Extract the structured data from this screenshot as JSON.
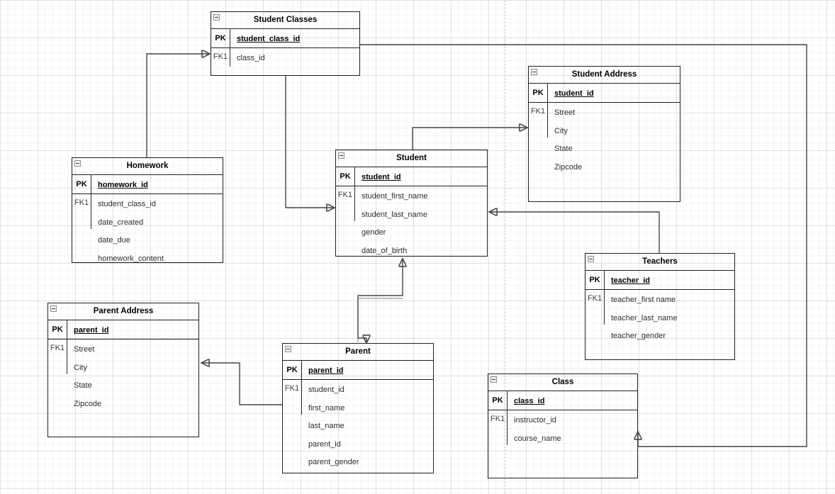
{
  "diagram": {
    "kind": "entity-relationship-diagram",
    "colors": {
      "table_border": "#1f1f1f",
      "connector": "#454545",
      "page_divider": "#c2c2c2",
      "background": "#ffffff"
    },
    "tables": [
      {
        "title": "Student Classes",
        "pk_label": "PK",
        "pk_field": "student_class_id",
        "rows": [
          {
            "label": "FK1",
            "field": "class_id"
          }
        ]
      },
      {
        "title": "Student Address",
        "pk_label": "PK",
        "pk_field": "student_id",
        "rows": [
          {
            "label": "FK1",
            "field": "Street"
          },
          {
            "label": "",
            "field": "City"
          },
          {
            "label": "",
            "field": "State"
          },
          {
            "label": "",
            "field": "Zipcode"
          }
        ]
      },
      {
        "title": "Homework",
        "pk_label": "PK",
        "pk_field": "homework_id",
        "rows": [
          {
            "label": "FK1",
            "field": "student_class_id"
          },
          {
            "label": "",
            "field": "date_created"
          },
          {
            "label": "",
            "field": "date_due"
          },
          {
            "label": "",
            "field": "homework_content"
          }
        ]
      },
      {
        "title": "Student",
        "pk_label": "PK",
        "pk_field": "student_id",
        "rows": [
          {
            "label": "FK1",
            "field": "student_first_name"
          },
          {
            "label": "",
            "field": "student_last_name"
          },
          {
            "label": "",
            "field": "gender"
          },
          {
            "label": "",
            "field": "date_of_birth"
          }
        ]
      },
      {
        "title": "Teachers",
        "pk_label": "PK",
        "pk_field": "teacher_id",
        "rows": [
          {
            "label": "FK1",
            "field": "teacher_first name"
          },
          {
            "label": "",
            "field": "teacher_last_name"
          },
          {
            "label": "",
            "field": "teacher_gender"
          }
        ]
      },
      {
        "title": "Parent Address",
        "pk_label": "PK",
        "pk_field": "parent_id",
        "rows": [
          {
            "label": "FK1",
            "field": "Street"
          },
          {
            "label": "",
            "field": "City"
          },
          {
            "label": "",
            "field": "State"
          },
          {
            "label": "",
            "field": "Zipcode"
          }
        ]
      },
      {
        "title": "Parent",
        "pk_label": "PK",
        "pk_field": "parent_id",
        "rows": [
          {
            "label": "FK1",
            "field": "student_id"
          },
          {
            "label": "",
            "field": "first_name"
          },
          {
            "label": "",
            "field": "last_name"
          },
          {
            "label": "",
            "field": "parent_id"
          },
          {
            "label": "",
            "field": "parent_gender"
          }
        ]
      },
      {
        "title": "Class",
        "pk_label": "PK",
        "pk_field": "class_id",
        "rows": [
          {
            "label": "FK1",
            "field": "instructor_id"
          },
          {
            "label": "",
            "field": "course_name"
          }
        ]
      }
    ],
    "relationships": [
      {
        "from": "Homework",
        "to": "Student Classes",
        "arrows": "end"
      },
      {
        "from": "Student Classes",
        "to": "Student",
        "arrows": "end"
      },
      {
        "from": "Student",
        "to": "Student Address",
        "arrows": "end"
      },
      {
        "from": "Teachers",
        "to": "Student",
        "arrows": "end"
      },
      {
        "from": "Parent",
        "to": "Student",
        "arrows": "both-ends"
      },
      {
        "from": "Parent",
        "to": "Parent Address",
        "arrows": "end"
      },
      {
        "from": "Student Classes",
        "to": "Class",
        "arrows": "end"
      }
    ]
  }
}
